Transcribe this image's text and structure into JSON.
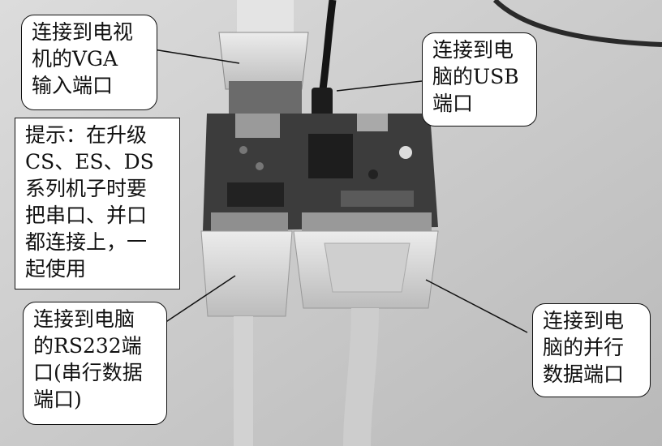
{
  "photo": {
    "subject": "circuit-board-with-connectors",
    "colors": {
      "background": "#c9c9c9",
      "board": "#3a3a3a",
      "connector": "#d9d9d9",
      "cable": "#cfcfcf",
      "usb_cable": "#1a1a1a"
    }
  },
  "callouts": {
    "vga": {
      "lines": [
        "连接到电视",
        "机的VGA",
        "输入端口"
      ]
    },
    "usb": {
      "lines": [
        "连接到电",
        "脑的USB",
        "端口"
      ]
    },
    "tip": {
      "lines": [
        "提示：在升级",
        "CS、ES、DS",
        "系列机子时要",
        "把串口、并口",
        "都连接上，一",
        "起使用"
      ]
    },
    "rs232": {
      "lines": [
        "连接到电脑",
        "的RS232端",
        "口(串行数据",
        "端口)"
      ]
    },
    "parallel": {
      "lines": [
        "连接到电",
        "脑的并行",
        "数据端口"
      ]
    }
  }
}
